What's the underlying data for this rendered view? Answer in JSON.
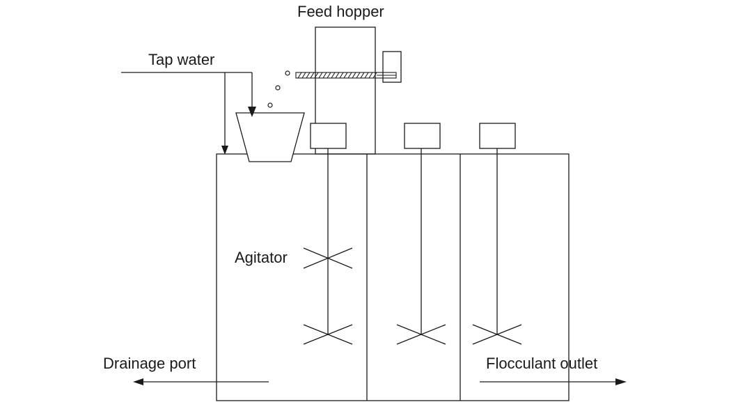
{
  "labels": {
    "feed_hopper": "Feed hopper",
    "tap_water": "Tap water",
    "agitator": "Agitator",
    "drainage_port": "Drainage port",
    "flocculant_outlet": "Flocculant outlet"
  },
  "colors": {
    "line": "#1a1a1a",
    "background": "#ffffff"
  }
}
